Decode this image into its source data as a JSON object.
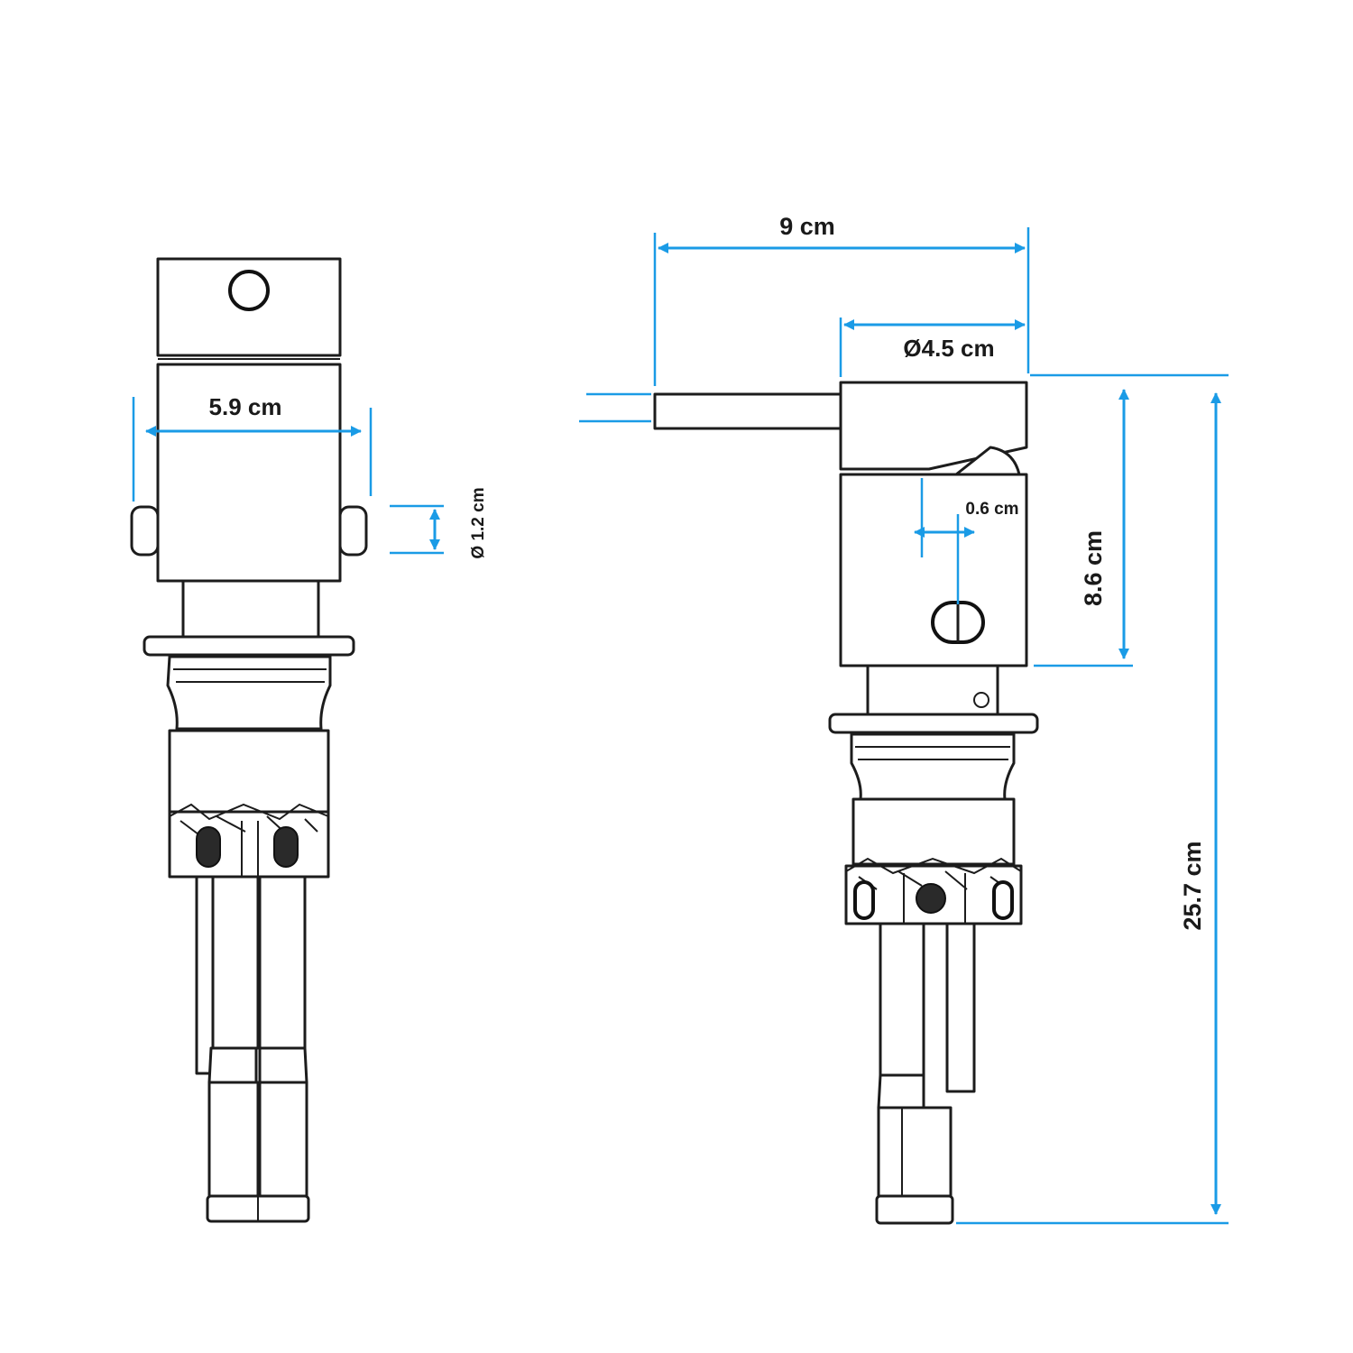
{
  "colors": {
    "dimension": "#1a9be6",
    "outline": "#1c1c1c",
    "text": "#1a1a1a"
  },
  "dimensions": {
    "body_width": "5.9 cm",
    "handle_pin_diameter": "Ø 1.2 cm",
    "lever_length": "9 cm",
    "cap_diameter": "Ø4.5 cm",
    "hole_offset": "0.6 cm",
    "body_height": "8.6 cm",
    "total_height": "25.7 cm"
  }
}
